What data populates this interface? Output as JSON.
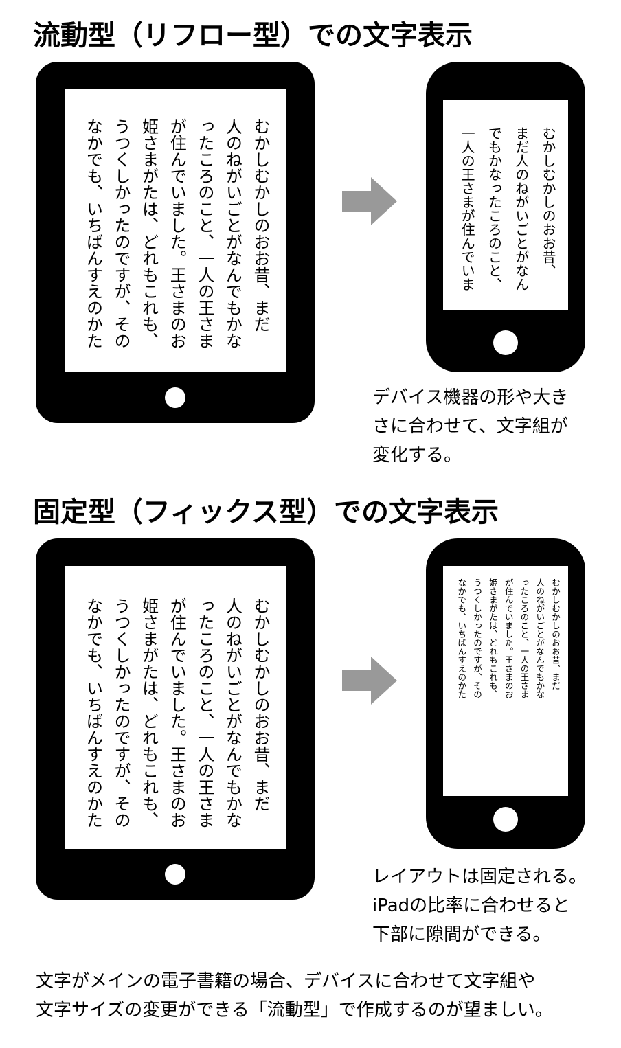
{
  "sections": {
    "reflow": {
      "title": "流動型（リフロー型）での文字表示",
      "tablet_lines": [
        "むかしむかしのおお昔、まだ",
        "人のねがいごとがなんでもかな",
        "ったころのこと、一人の王さま",
        "が住んでいました。王さまのお",
        "姫さまがたは、どれもこれも、",
        "うつくしかったのですが、その",
        "なかでも、いちばんすえのかた"
      ],
      "phone_lines": [
        "むかしむかしのおお昔、",
        "まだ人のねがいごとがなん",
        "でもかなったころのこと、",
        "一人の王さまが住んでいま"
      ],
      "caption": [
        "デバイス機器の形や大き",
        "さに合わせて、文字組が",
        "変化する。"
      ]
    },
    "fixed": {
      "title": "固定型（フィックス型）での文字表示",
      "tablet_lines": [
        "むかしむかしのおお昔、まだ",
        "人のねがいごとがなんでもかな",
        "ったころのこと、一人の王さま",
        "が住んでいました。王さまのお",
        "姫さまがたは、どれもこれも、",
        "うつくしかったのですが、その",
        "なかでも、いちばんすえのかた"
      ],
      "phone_lines": [
        "むかしむかしのおお昔、まだ",
        "人のねがいごとがなんでもかな",
        "ったころのこと、一人の王さま",
        "が住んでいました。王さまのお",
        "姫さまがたは、どれもこれも、",
        "うつくしかったのですが、その",
        "なかでも、いちばんすえのかた"
      ],
      "caption": [
        "レイアウトは固定される。",
        "iPadの比率に合わせると",
        "下部に隙間ができる。"
      ]
    }
  },
  "footer": [
    "文字がメインの電子書籍の場合、デバイスに合わせて文字組や",
    "文字サイズの変更ができる「流動型」で作成するのが望ましい。"
  ],
  "icons": {
    "arrow": "right-arrow-icon",
    "home_button": "home-button-icon"
  },
  "colors": {
    "device": "#000000",
    "screen": "#ffffff",
    "arrow": "#999999"
  }
}
